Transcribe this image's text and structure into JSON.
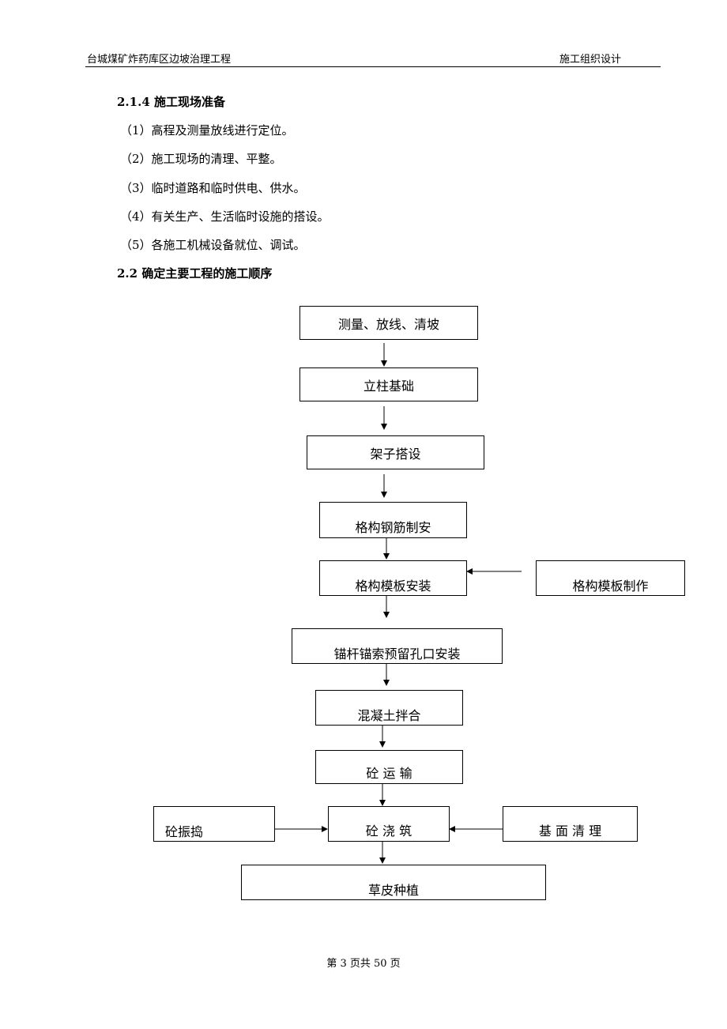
{
  "header": {
    "project_title": "台城煤矿炸药库区边坡治理工程",
    "doc_type": "施工组织设计"
  },
  "section_214": {
    "heading": "2.1.4 施工现场准备",
    "items": [
      "（1）高程及测量放线进行定位。",
      "（2）施工现场的清理、平整。",
      "（3）临时道路和临时供电、供水。",
      "（4）有关生产、生活临时设施的搭设。",
      "（5）各施工机械设备就位、调试。"
    ]
  },
  "section_22": {
    "heading": "2.2 确定主要工程的施工顺序"
  },
  "flowchart": {
    "steps": [
      "测量、放线、清坡",
      "立柱基础",
      "架子搭设",
      "格构钢筋制安",
      "格构模板安装",
      "锚杆锚索预留孔口安装",
      "混凝土拌合",
      "砼 运 输",
      "砼 浇 筑",
      "草皮种植"
    ],
    "side_inputs": {
      "formwork_fabrication": "格构模板制作",
      "concrete_vibration": "砼振捣",
      "base_cleaning": "基 面 清 理"
    }
  },
  "footer": {
    "page_number": "第 3 页共 50 页"
  }
}
